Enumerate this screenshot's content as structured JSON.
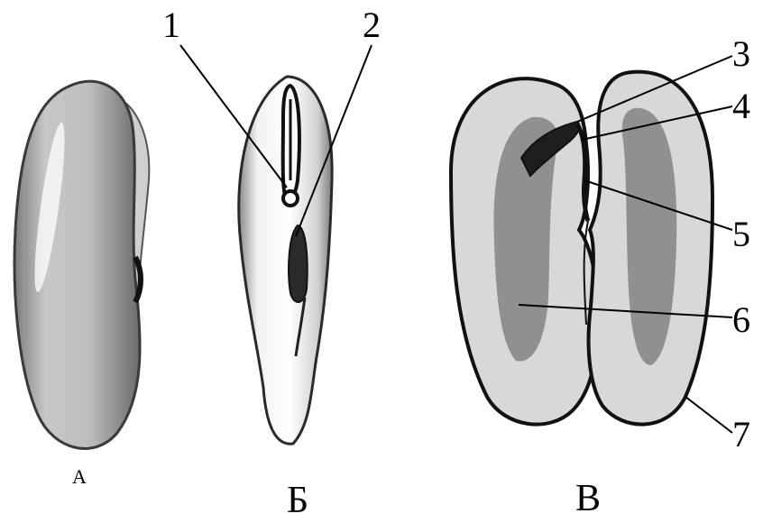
{
  "figures": {
    "a": {
      "caption": "А"
    },
    "b": {
      "caption": "Б"
    },
    "c": {
      "caption": "В"
    }
  },
  "callouts": [
    "1",
    "2",
    "3",
    "4",
    "5",
    "6",
    "7"
  ],
  "colors": {
    "outline": "#1a1a1a",
    "seed_coat_light": "#d9d9d9",
    "cotyledon_dark": "#8c8c8c",
    "embryo_dark": "#2a2a2a",
    "background": "#ffffff"
  }
}
